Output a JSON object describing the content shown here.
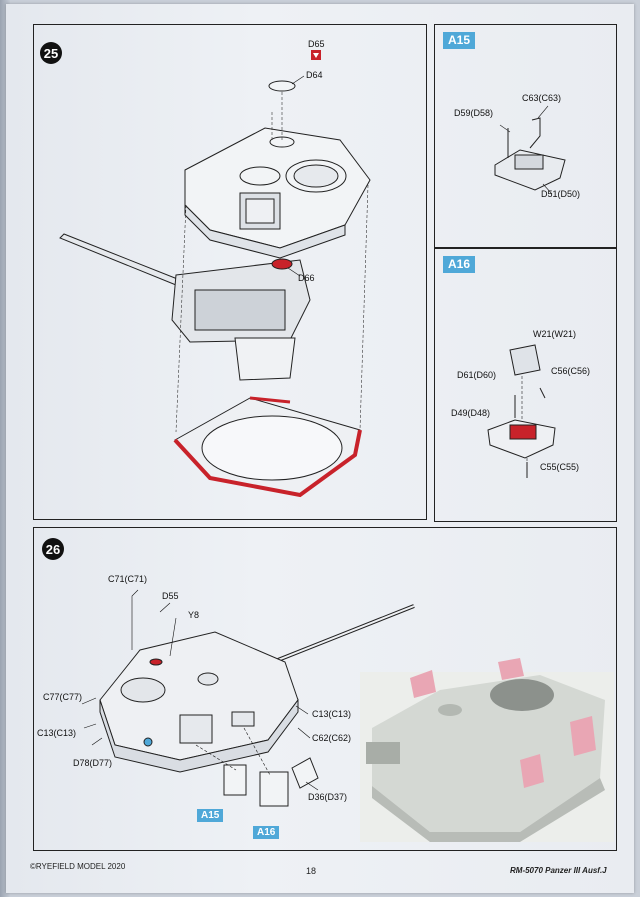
{
  "step25": {
    "number": "25",
    "labels": {
      "d65": "D65",
      "d64": "D64",
      "d66": "D66"
    }
  },
  "a15": {
    "title": "A15",
    "labels": {
      "c63": "C63(C63)",
      "d59": "D59(D58)",
      "d51": "D51(D50)"
    }
  },
  "a16": {
    "title": "A16",
    "labels": {
      "w21": "W21(W21)",
      "d61": "D61(D60)",
      "c56": "C56(C56)",
      "d49": "D49(D48)",
      "c55": "C55(C55)"
    }
  },
  "step26": {
    "number": "26",
    "labels": {
      "c71": "C71(C71)",
      "d55": "D55",
      "y8": "Y8",
      "c77": "C77(C77)",
      "c13_left": "C13(C13)",
      "d78": "D78(D77)",
      "c13_right": "C13(C13)",
      "c62": "C62(C62)",
      "d36": "D36(D37)"
    },
    "sub_tags": {
      "a15": "A15",
      "a16": "A16"
    }
  },
  "footer": {
    "copyright": "©RYEFIELD MODEL 2020",
    "page": "18",
    "product": "RM-5070 Panzer III Ausf.J"
  },
  "colors": {
    "accent_red": "#c8222a",
    "tag_blue": "#4fa8d8",
    "primer_pink": "#e9a6b4",
    "hull_grey": "#d8dcd8"
  }
}
